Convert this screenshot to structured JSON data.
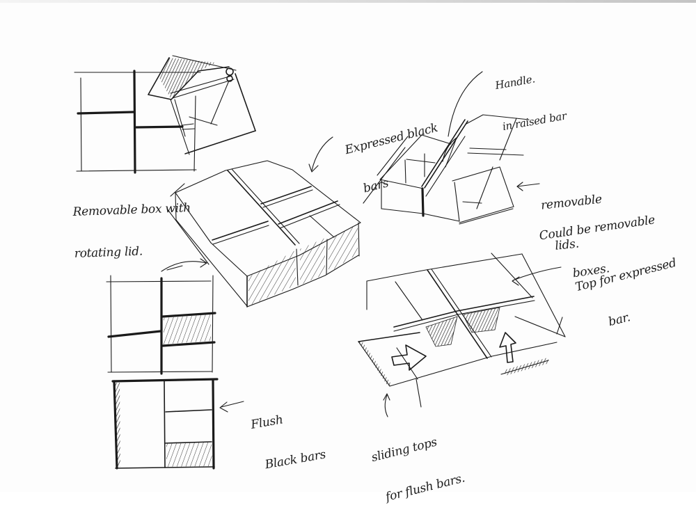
{
  "sheet": {
    "title": "Storage box concept sketches",
    "ink_color": "#1a1a1a",
    "paper_color": "#fdfdfd"
  },
  "annotations": {
    "removable_box": {
      "line1": "Removable box with",
      "line2": "rotating lid."
    },
    "expressed_bars": {
      "line1": "Expressed black",
      "line2": "bars"
    },
    "handle": {
      "line1": "Handle.",
      "line2": "in raised bar"
    },
    "removable_lids": {
      "line1": "removable",
      "line2": "lids."
    },
    "could_be": {
      "line1": "Could be removable",
      "line2": "boxes."
    },
    "top_expressed": {
      "line1": "Top for expressed",
      "line2": "bar."
    },
    "flush_bars": {
      "line1": "Flush",
      "line2": "Black bars"
    },
    "sliding_tops": {
      "line1": "sliding tops",
      "line2": "for flush bars."
    }
  },
  "sketches": [
    {
      "id": "plan-rotating-lid",
      "label": "Plan view: removable box with rotating lid"
    },
    {
      "id": "iso-expressed-bars",
      "label": "Isometric: expressed black bars"
    },
    {
      "id": "iso-handle-lids",
      "label": "Isometric: handle in raised bar, removable lids"
    },
    {
      "id": "iso-sliding-tops",
      "label": "Isometric: sliding tops for flush bars"
    },
    {
      "id": "plan-expressed",
      "label": "Plan view: expressed bars"
    },
    {
      "id": "plan-flush",
      "label": "Plan view: flush black bars"
    }
  ]
}
